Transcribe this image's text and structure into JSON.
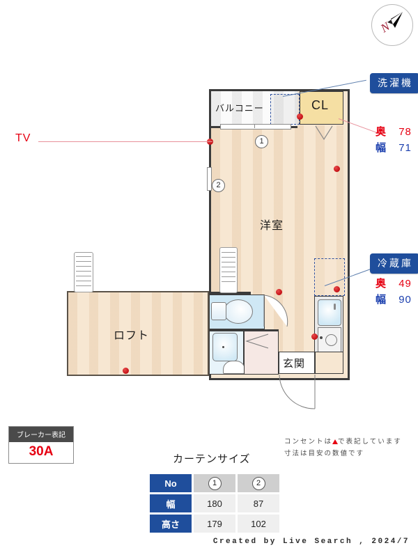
{
  "compass": {
    "letter": "N",
    "name": "compass-north-indicator"
  },
  "plan": {
    "rooms": [
      {
        "id": "balcony",
        "label": "バルコニー"
      },
      {
        "id": "closet",
        "label": "CL"
      },
      {
        "id": "main",
        "label": "洋室"
      },
      {
        "id": "loft",
        "label": "ロフト"
      },
      {
        "id": "entrance",
        "label": "玄関"
      }
    ],
    "window_markers": [
      {
        "id": "w1",
        "label": "1"
      },
      {
        "id": "w2",
        "label": "2"
      }
    ]
  },
  "annotations": {
    "tv": {
      "label": "TV"
    },
    "washer": {
      "title": "洗濯機",
      "depth_key": "奥",
      "depth_value": "78",
      "width_key": "幅",
      "width_value": "71"
    },
    "fridge": {
      "title": "冷蔵庫",
      "depth_key": "奥",
      "depth_value": "49",
      "width_key": "幅",
      "width_value": "90"
    }
  },
  "breaker": {
    "title": "ブレーカー表記",
    "value": "30A"
  },
  "note": {
    "line1_before": "コンセントは",
    "line1_after": "で表記しています",
    "line2": "寸法は目安の数値です"
  },
  "curtain": {
    "title": "カーテンサイズ",
    "headers": [
      "No",
      "1",
      "2"
    ],
    "rows": [
      {
        "label": "幅",
        "values": [
          "180",
          "87"
        ]
      },
      {
        "label": "高さ",
        "values": [
          "179",
          "102"
        ]
      }
    ]
  },
  "footer": {
    "text": "Created by Live Search , 2024/7"
  },
  "colors": {
    "callout_blue": "#1f4e9c",
    "dim_red": "#e60012",
    "dim_blue": "#1b3fae",
    "room_fill": "#f7e7d2",
    "closet_fill": "#f5dfa3",
    "water_fill": "#cfe8f5",
    "wall": "#3b3b3b"
  }
}
